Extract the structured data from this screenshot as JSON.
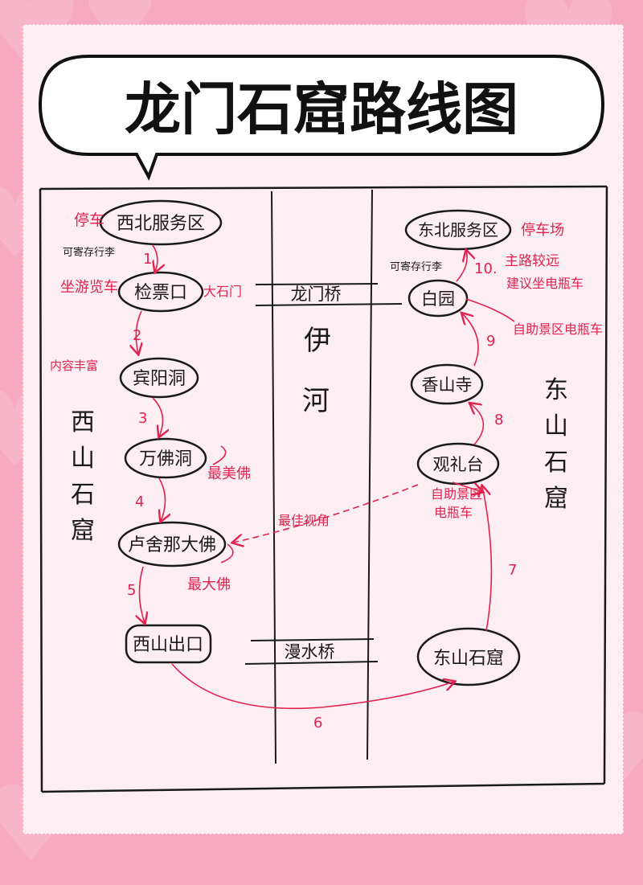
{
  "title": "龙门石窟路线图",
  "river": {
    "name_top": "伊",
    "name_bottom": "河"
  },
  "bridges": {
    "north": "龙门桥",
    "south": "漫水桥"
  },
  "west": {
    "label": [
      "西",
      "山",
      "石",
      "窟"
    ],
    "nodes": [
      "西北服务区",
      "检票口",
      "宾阳洞",
      "万佛洞",
      "卢舍那大佛",
      "西山出口"
    ],
    "steps": [
      "1",
      "2",
      "3",
      "4",
      "5"
    ]
  },
  "east": {
    "label": [
      "东",
      "山",
      "石",
      "窟"
    ],
    "nodes": [
      "东北服务区",
      "白园",
      "香山寺",
      "观礼台",
      "东山石窟"
    ],
    "steps": [
      "10.",
      "9",
      "8",
      "7"
    ]
  },
  "crossing_step": "6",
  "notes": {
    "west_parking": "停车",
    "west_luggage": "可寄存行李",
    "west_ticket": "坐游览车",
    "west_gate": "大石门",
    "west_rich": "内容丰富",
    "wanfo": "最美佛",
    "biggest": "最大佛",
    "view": "最佳视角",
    "east_luggage": "可寄存行李",
    "east_parking": "停车场",
    "east_transfer": "主路较远",
    "east_suggest": "建议坐电瓶车",
    "east_scenic_cart": "自助景区电瓶车",
    "east_cart_line1": "自助景区",
    "east_cart_line2": "电瓶车"
  },
  "colors": {
    "background": "#f6a9c0",
    "paper": "#fdeef3",
    "ink": "#1a1a1a",
    "accent": "#e2224f",
    "heart": "#f7b5c9"
  }
}
